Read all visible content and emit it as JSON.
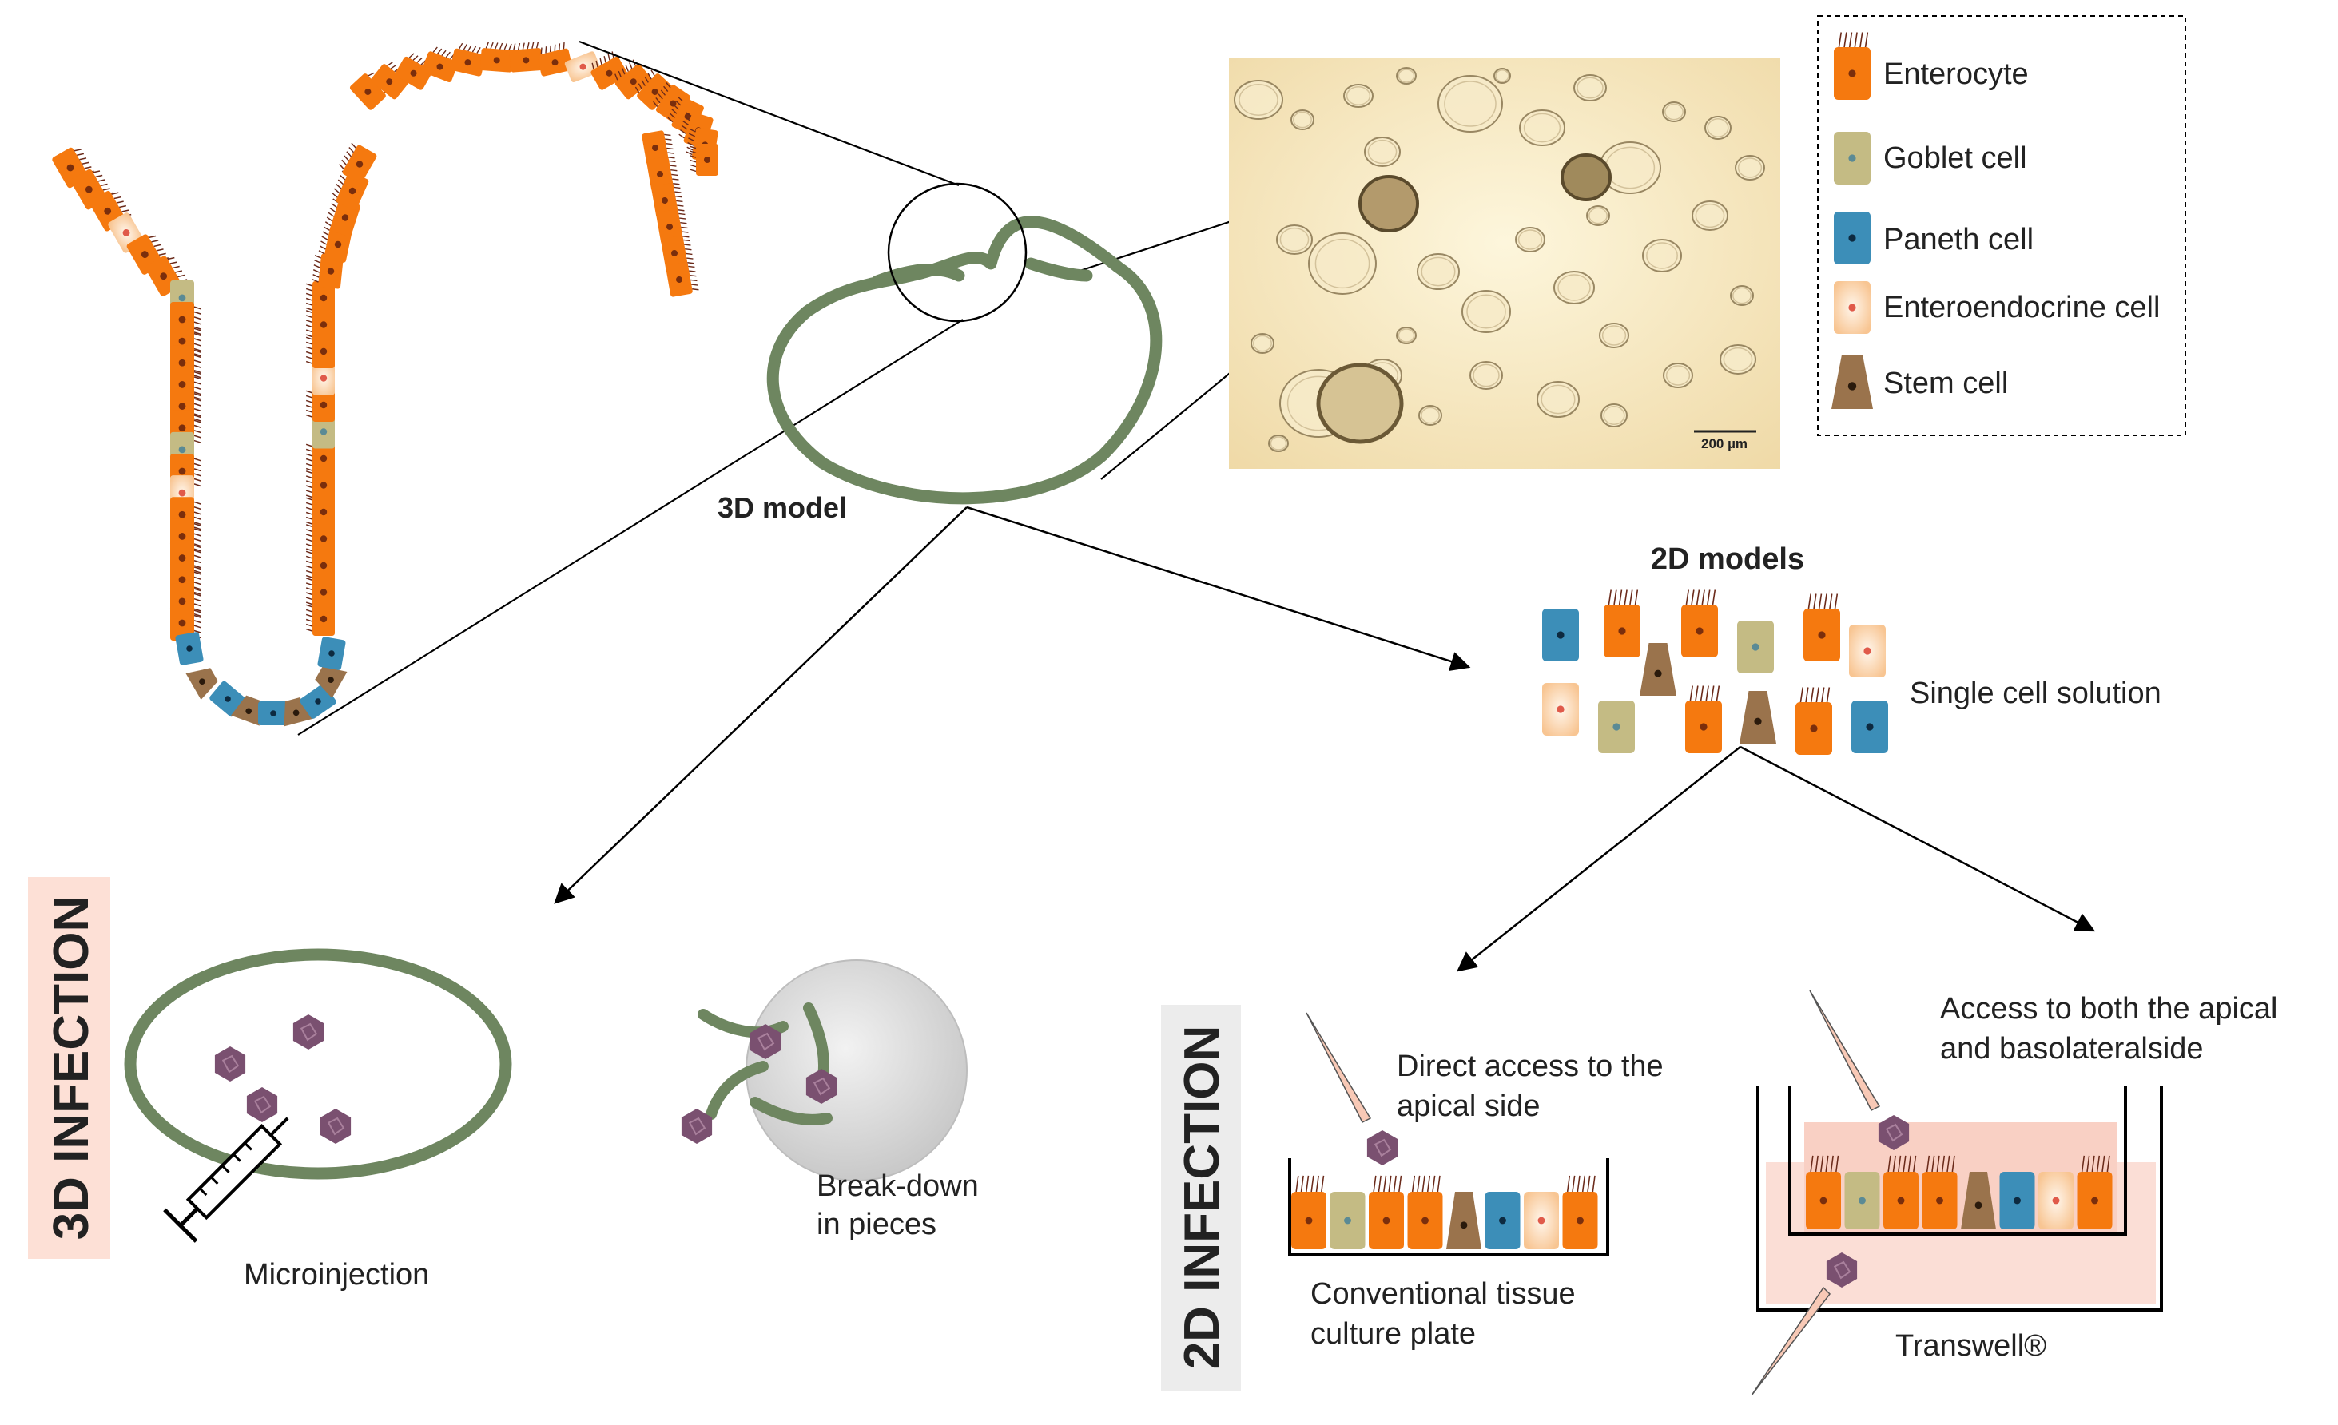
{
  "legend": {
    "items": [
      {
        "type": "enterocyte",
        "label": "Enterocyte"
      },
      {
        "type": "goblet",
        "label": "Goblet cell"
      },
      {
        "type": "paneth",
        "label": "Paneth cell"
      },
      {
        "type": "enteroendocrine",
        "label": "Enteroendocrine cell"
      },
      {
        "type": "stem",
        "label": "Stem cell"
      }
    ]
  },
  "micrograph": {
    "scale_bar": "200 µm"
  },
  "model_3d": {
    "label": "3D model"
  },
  "models_2d": {
    "title": "2D models",
    "single_cell": "Single cell solution"
  },
  "infection_3d": {
    "title": "3D INFECTION",
    "microinjection": "Microinjection",
    "breakdown_line1": "Break-down",
    "breakdown_line2": "in pieces"
  },
  "infection_2d": {
    "title": "2D INFECTION",
    "direct_line1": "Direct access to the",
    "direct_line2": "apical side",
    "plate_line1": "Conventional tissue",
    "plate_line2": "culture plate",
    "both_line1": "Access to both the apical",
    "both_line2": "and basolateralside",
    "transwell": "Transwell®"
  },
  "colors": {
    "enterocyte": "#f5790f",
    "goblet": "#c4bb84",
    "paneth": "#3c8eb8",
    "enteroendocrine": "#fcd7b6",
    "stem": "#9a734c",
    "organoid": "#6e8660",
    "virus": "#7a5070",
    "pink_medium": "#f9d6cc"
  }
}
